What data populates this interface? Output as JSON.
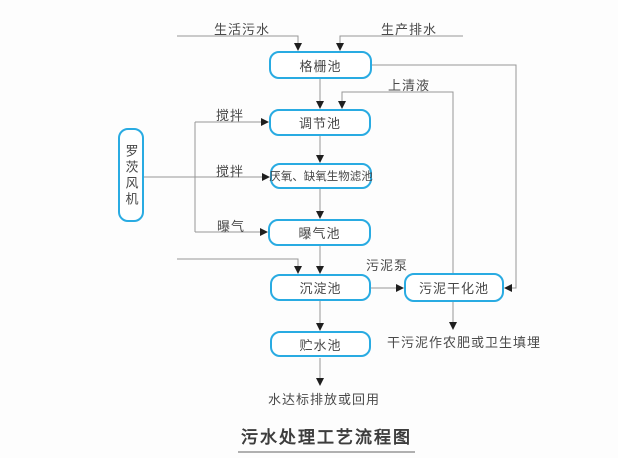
{
  "title": "污水处理工艺流程图",
  "nodes": {
    "grid_tank": {
      "label": "格栅池"
    },
    "regulating_tank": {
      "label": "调节池"
    },
    "biofilter_tank": {
      "label": "厌氧、缺氧生物滤池"
    },
    "aeration_tank": {
      "label": "曝气池"
    },
    "sedimentation_tank": {
      "label": "沉淀池"
    },
    "storage_tank": {
      "label": "贮水池"
    },
    "sludge_drying_tank": {
      "label": "污泥干化池"
    },
    "roots_blower": {
      "label": "罗茨风机"
    }
  },
  "labels": {
    "domestic_sewage": "生活污水",
    "production_drainage": "生产排水",
    "supernatant": "上清液",
    "stir_to_regulating": "搅拌",
    "stir_to_biofilter": "搅拌",
    "aerate_to_aeration": "曝气",
    "sludge_pump": "污泥泵",
    "dried_sludge_use": "干污泥作农肥或卫生填埋",
    "water_discharge": "水达标排放或回用"
  },
  "colors": {
    "box_border": "#29abe2",
    "connector": "#969696",
    "arrowhead": "#1f1f1f",
    "text": "#4a4a4a",
    "title_underline": "#b0b0b0",
    "background": "#fdfdfd"
  },
  "flows": [
    "生活污水 → 格栅池",
    "生产排水 → 格栅池",
    "格栅池 → 调节池",
    "格栅池 → 污泥干化池",
    "污泥干化池 → 上清液 → 调节池",
    "调节池 → 厌氧、缺氧生物滤池",
    "厌氧、缺氧生物滤池 → 曝气池",
    "曝气池 → 沉淀池",
    "沉淀池 → 贮水池",
    "沉淀池 → 污泥泵 → 污泥干化池",
    "污泥干化池 → 干污泥作农肥或卫生填埋",
    "贮水池 → 水达标排放或回用",
    "罗茨风机 → 搅拌 → 调节池",
    "罗茨风机 → 搅拌 → 厌氧、缺氧生物滤池",
    "罗茨风机 → 曝气 → 曝气池"
  ]
}
